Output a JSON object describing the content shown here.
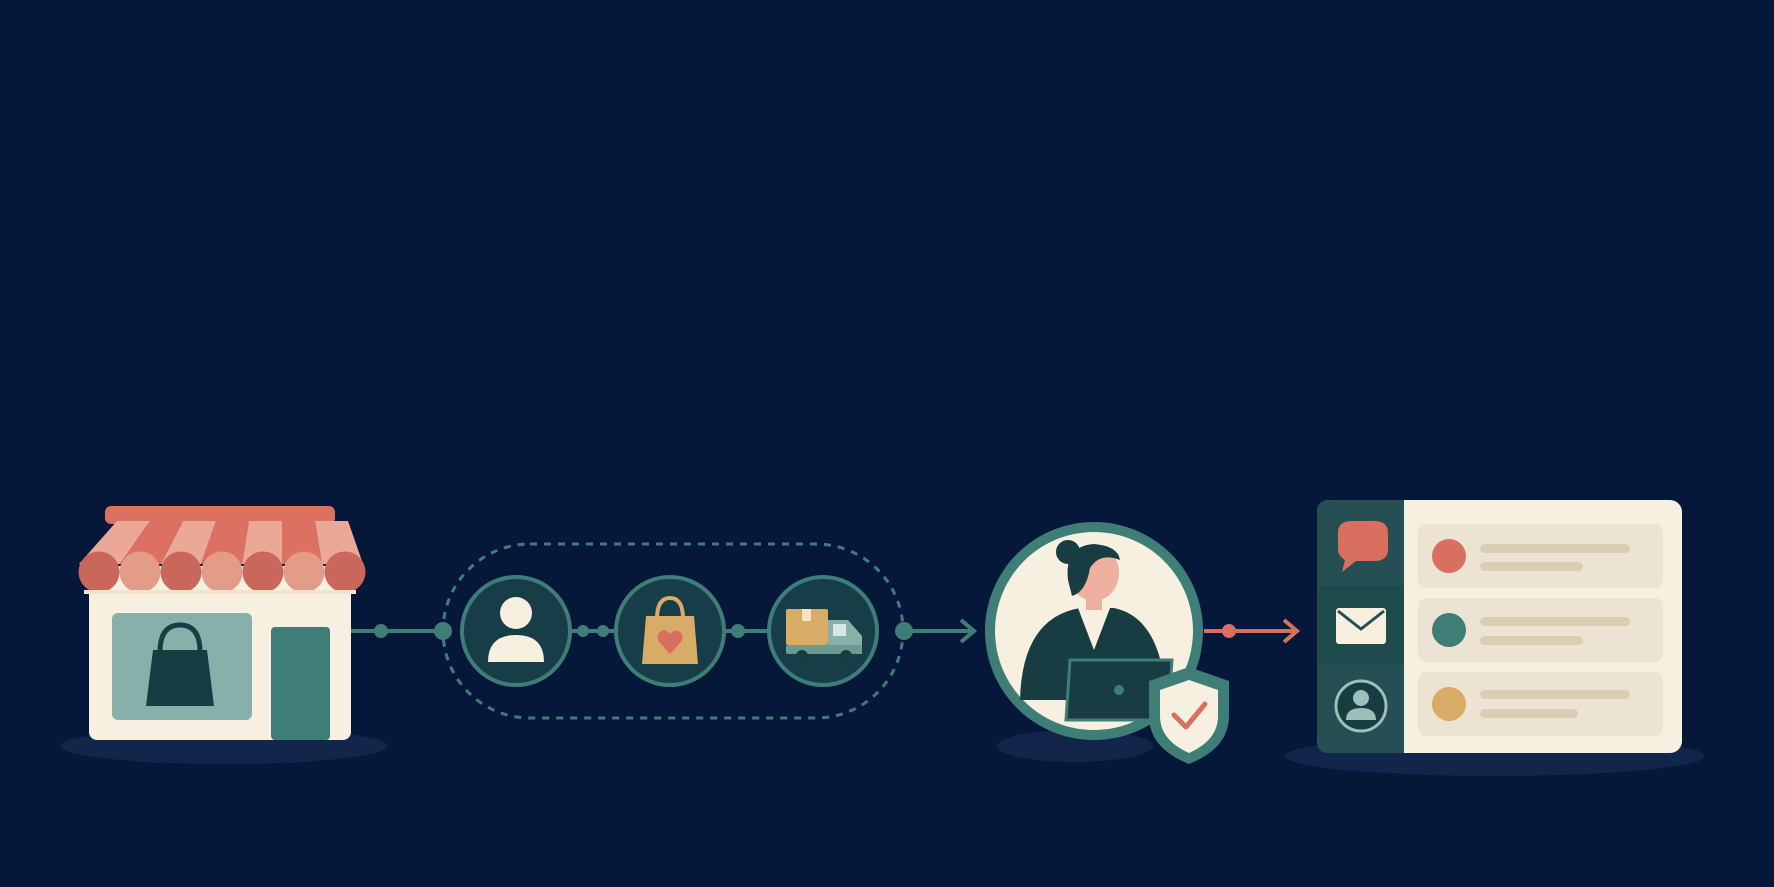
{
  "colors": {
    "background": "#06183a",
    "teal": "#3f7d77",
    "teal_dark": "#1f4b4c",
    "teal_panel": "#254f52",
    "coral": "#d9705f",
    "coral_light": "#eeb09e",
    "cream": "#f7f0e1",
    "cream_card": "#ece3d2",
    "sand": "#d8ab66",
    "navy_circle": "#163d48",
    "shadow": "#11264a"
  },
  "flow": {
    "nodes": [
      {
        "id": "store",
        "icon": "storefront-icon"
      },
      {
        "id": "journey",
        "icons": [
          "user-icon",
          "shopping-bag-heart-icon",
          "delivery-truck-icon"
        ]
      },
      {
        "id": "agent",
        "icon": "support-agent-icon",
        "badge": "shield-check-icon"
      },
      {
        "id": "inbox",
        "channels": [
          "chat-bubble-icon",
          "envelope-icon",
          "profile-icon"
        ],
        "message_dots": [
          "coral",
          "teal",
          "sand"
        ]
      }
    ],
    "connectors": [
      "teal-dotted",
      "teal-dashed-group",
      "teal-arrow",
      "coral-arrow"
    ]
  }
}
